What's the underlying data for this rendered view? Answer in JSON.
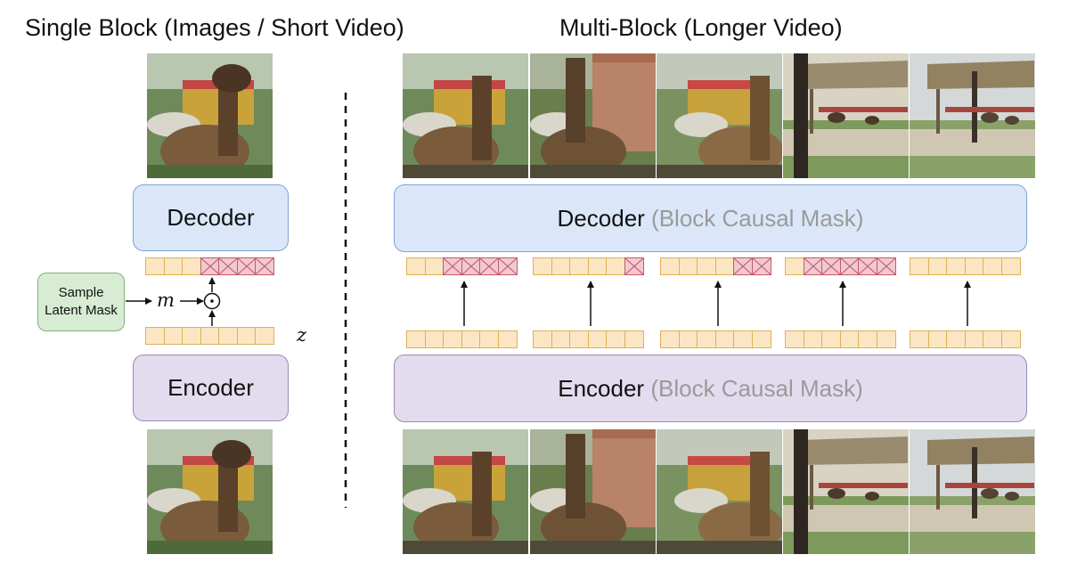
{
  "titles": {
    "single": "Single Block (Images / Short Video)",
    "multi": "Multi-Block (Longer Video)"
  },
  "single_block": {
    "decoder_label": "Decoder",
    "encoder_label": "Encoder",
    "sample_mask_line1": "Sample",
    "sample_mask_line2": "Latent Mask",
    "mask_symbol": "m",
    "latent_symbol": "z",
    "hadamard_symbol": "⊙",
    "masked_tokens": [
      false,
      false,
      false,
      true,
      true,
      true,
      true
    ],
    "latent_tokens": 7
  },
  "multi_block": {
    "decoder_label": "Decoder",
    "decoder_note": "(Block Causal Mask)",
    "encoder_label": "Encoder",
    "encoder_note": "(Block Causal Mask)",
    "blocks": [
      {
        "masked": [
          false,
          false,
          true,
          true,
          true,
          true
        ]
      },
      {
        "masked": [
          false,
          false,
          false,
          false,
          false,
          true
        ]
      },
      {
        "masked": [
          false,
          false,
          false,
          false,
          true,
          true
        ]
      },
      {
        "masked": [
          false,
          true,
          true,
          true,
          true,
          true
        ]
      },
      {
        "masked": [
          false,
          false,
          false,
          false,
          false,
          false
        ]
      }
    ],
    "latent_tokens_per_block": 6
  },
  "colors": {
    "decoder_fill": "#dbe7f8",
    "encoder_fill": "#e3dbee",
    "token_fill": "#fbe6c4",
    "masked_token_fill": "#f1c9d0",
    "sample_mask_fill": "#d7ecd2"
  },
  "frames": [
    "llama-closeup",
    "llama-eating-wall",
    "llama-white-alpaca",
    "pen-with-hut",
    "pen-wide"
  ]
}
